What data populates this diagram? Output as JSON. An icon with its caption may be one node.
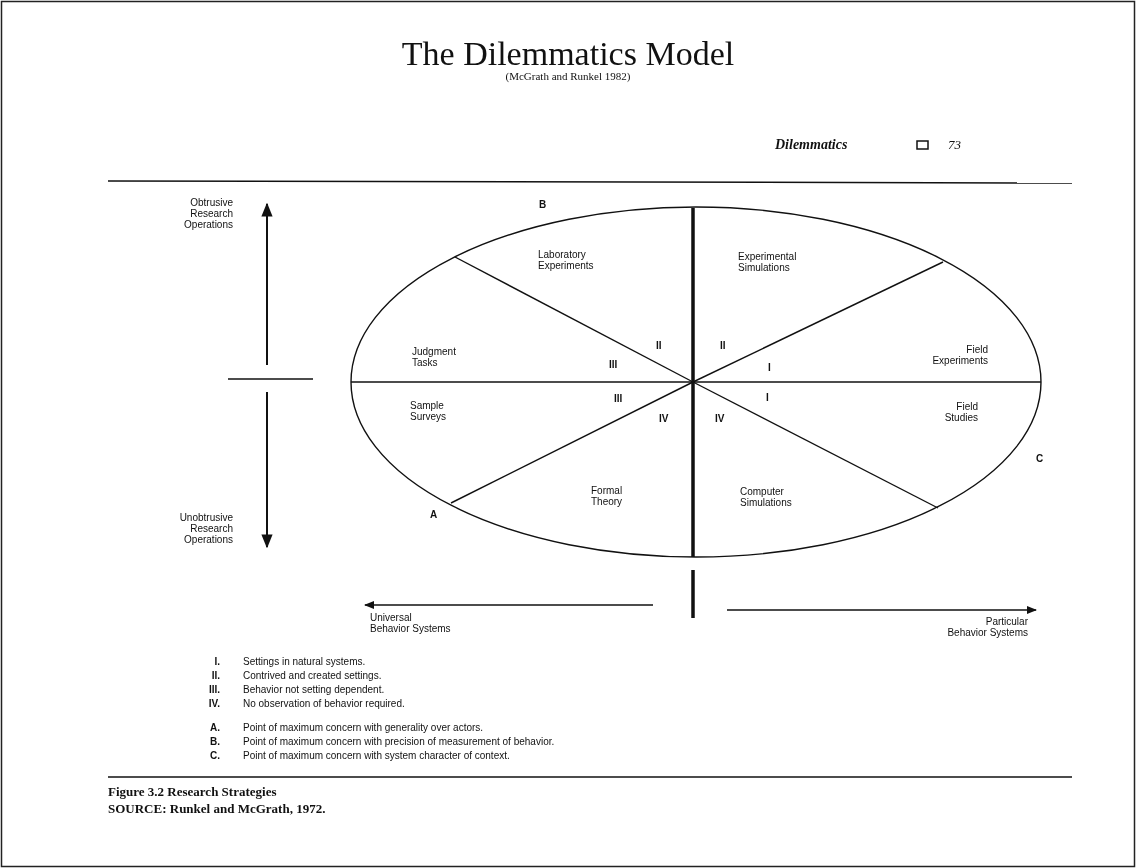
{
  "diagram": {
    "title": "The Dilemmatics Model",
    "caption": "Figure 3.2 Research Strategies",
    "labels": [
      "(McGrath and Runkel 1982)",
      "Dilemmatics",
      "73",
      "Obtrusive Research Operations",
      "B",
      "Laboratory Experiments",
      "Experimental Simulations",
      "II",
      "II",
      "Judgment Tasks",
      "Field Experiments",
      "III",
      "I",
      "III",
      "I",
      "Sample Surveys",
      "Field Studies",
      "IV",
      "IV",
      "C",
      "Formal Theory",
      "Computer Simulations",
      "A",
      "Unobtrusive Research Operations",
      "Universal Behavior Systems",
      "Particular Behavior Systems",
      "I.",
      "Settings in natural systems.",
      "II.",
      "Contrived and created settings.",
      "III.",
      "Behavior not setting dependent.",
      "IV.",
      "No observation of behavior required.",
      "A.",
      "Point of maximum concern with generality over actors.",
      "B.",
      "Point of maximum concern with precision of measurement of behavior.",
      "C.",
      "Point of maximum concern with system character of context.",
      "SOURCE: Runkel and McGrath, 1972."
    ]
  }
}
